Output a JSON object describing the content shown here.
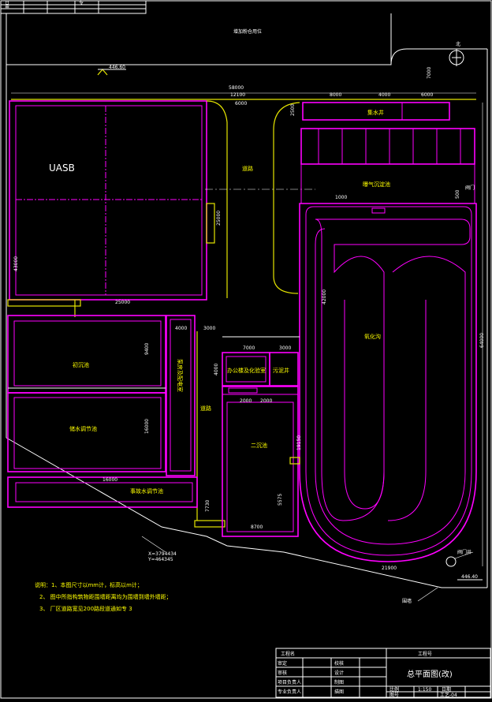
{
  "colors": {
    "background": "#000000",
    "structure": "#ff00ff",
    "road": "#e6e600",
    "dimension": "#ffffff",
    "label": "#ffff00",
    "border": "#ffffff"
  },
  "top_label": "增加粉仓用位",
  "north_symbol": "北",
  "level_marks": {
    "top": "446.60",
    "bottom_right": "446.40"
  },
  "dims": {
    "total_width": "58000",
    "d12100": "12100",
    "d6000": "6000",
    "d8000": "8000",
    "d4000a": "4000",
    "d6000b": "6000",
    "d7000": "7000",
    "d2500": "2500",
    "d1000": "1000",
    "d500": "500",
    "d25000": "25000",
    "d43000": "43000",
    "d25000v": "25000",
    "d4000": "4000",
    "d3000": "3000",
    "d7000b": "7000",
    "d3000b": "3000",
    "d4000b": "4000",
    "d2000a": "2000",
    "d2000b": "2000",
    "d9400": "9400",
    "d10000": "16000",
    "d19150": "19150",
    "d16000": "16000",
    "d7730": "7730",
    "d5575": "5575",
    "d8700": "8700",
    "d21900": "21900",
    "d42000": "42000",
    "d64000": "64000"
  },
  "labels": {
    "uasb": "UASB",
    "road1": "道路",
    "collecting_well": "集水井",
    "aeration_tank": "曝气沉淀池",
    "oxidation_ditch": "氧化沟",
    "primary_clarifier": "初沉池",
    "equalization_tank": "储水调节池",
    "pump_room": "泵房及配电室",
    "road2": "道路",
    "office": "办公楼及化验室",
    "sludge_well": "污泥井",
    "secondary_clarifier": "二沉池",
    "emergency_tank": "事故水调节池",
    "fence": "围墙",
    "gate": "阀门井",
    "coord1": "X=3794434",
    "coord2": "Y=464345",
    "gate_side": "阀门"
  },
  "notes": [
    "说明：1、本图尺寸以mm计，标高以m计；",
    "2、   图中所指构筑物距围墙距离均为围墙到墙外墙距；",
    "3、   厂区道路宽见200路段道通如专   3"
  ],
  "title_block": {
    "project": "工程名",
    "design_unit": "工程号",
    "drawing_title": "总平面图(改)",
    "scale_label": "比例",
    "scale": "1:150",
    "date_label": "日期",
    "drawing_no_label": "图号",
    "drawing_no": "工艺-04",
    "rows": [
      {
        "a": "审定",
        "b": "校核"
      },
      {
        "a": "审核",
        "b": "设计"
      },
      {
        "a": "项目负责人",
        "b": "制图"
      },
      {
        "a": "专业负责人",
        "b": "描图"
      }
    ]
  },
  "header_strip": {
    "r1": "日",
    "r2": "审",
    "r3": "专"
  }
}
